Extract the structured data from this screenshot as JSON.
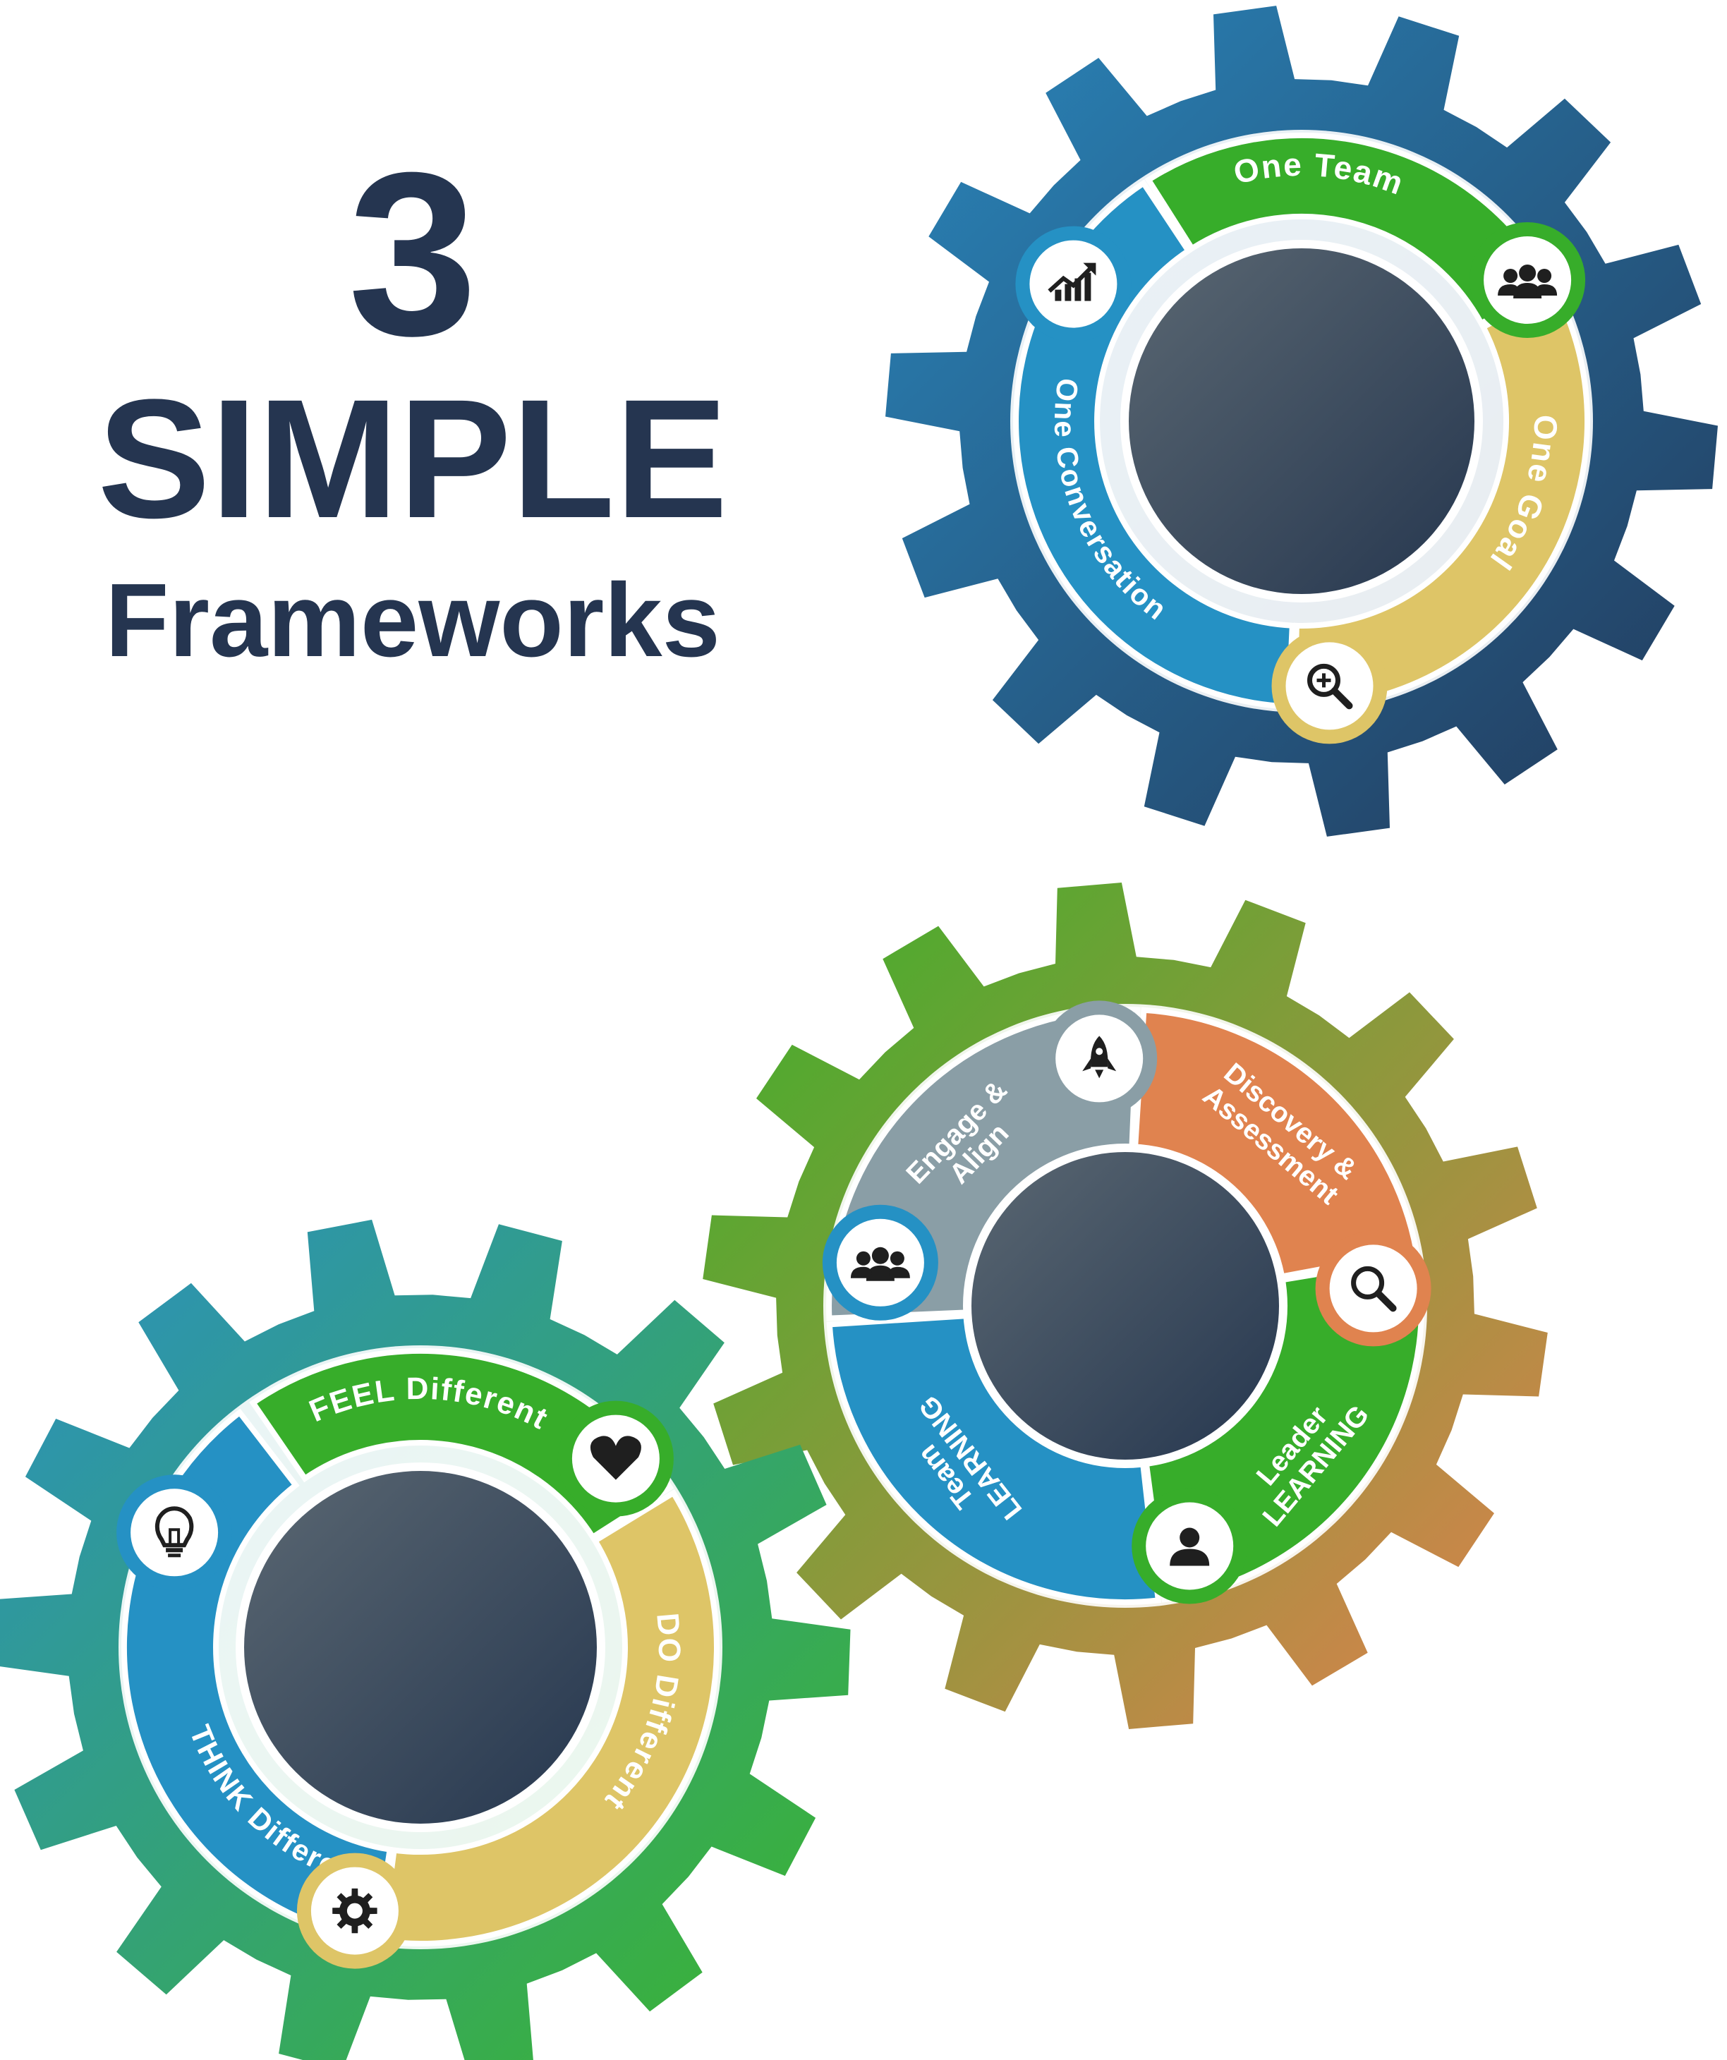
{
  "title": {
    "number": "3",
    "line1": "SIMPLE",
    "line2": "Frameworks"
  },
  "gears": [
    {
      "id": "top",
      "teeth": 14,
      "colors": {
        "from": "#2a86bb",
        "to": "#22395a",
        "hub_light": "#5a6772",
        "hub_dark": "#26374f"
      },
      "segments": [
        {
          "label": "One Team",
          "color": "#37ad2a",
          "icon": "group-icon"
        },
        {
          "label": "One Goal",
          "color": "#dec567",
          "icon": "zoom-in-icon"
        },
        {
          "label": "One Conversation",
          "color": "#2591c4",
          "icon": "growth-chart-icon"
        }
      ]
    },
    {
      "id": "middle",
      "teeth": 14,
      "colors": {
        "from": "#3bb02a",
        "to": "#e0804e",
        "hub_light": "#5a6772",
        "hub_dark": "#26374f"
      },
      "segments": [
        {
          "label": "Discovery & Assessment",
          "color": "#e0834f",
          "icon": "search-icon"
        },
        {
          "label": "Leader LEARNING",
          "color": "#37ad2a",
          "icon": "person-icon"
        },
        {
          "label": "Team LEARNING",
          "color": "#2591c4",
          "icon": "group-icon"
        },
        {
          "label": "Engage & Align",
          "color": "#8a9ea6",
          "icon": "rocket-icon"
        }
      ]
    },
    {
      "id": "bottom",
      "teeth": 14,
      "colors": {
        "from": "#2b8fc2",
        "to": "#3cb52a",
        "hub_light": "#5a6772",
        "hub_dark": "#26374f"
      },
      "segments": [
        {
          "label": "FEEL Different",
          "color": "#37ad2a",
          "icon": "heart-icon"
        },
        {
          "label": "DO Different",
          "color": "#dec567",
          "icon": "settings-gear-icon"
        },
        {
          "label": "THINK Different",
          "color": "#2591c4",
          "icon": "lightbulb-icon"
        }
      ]
    }
  ]
}
